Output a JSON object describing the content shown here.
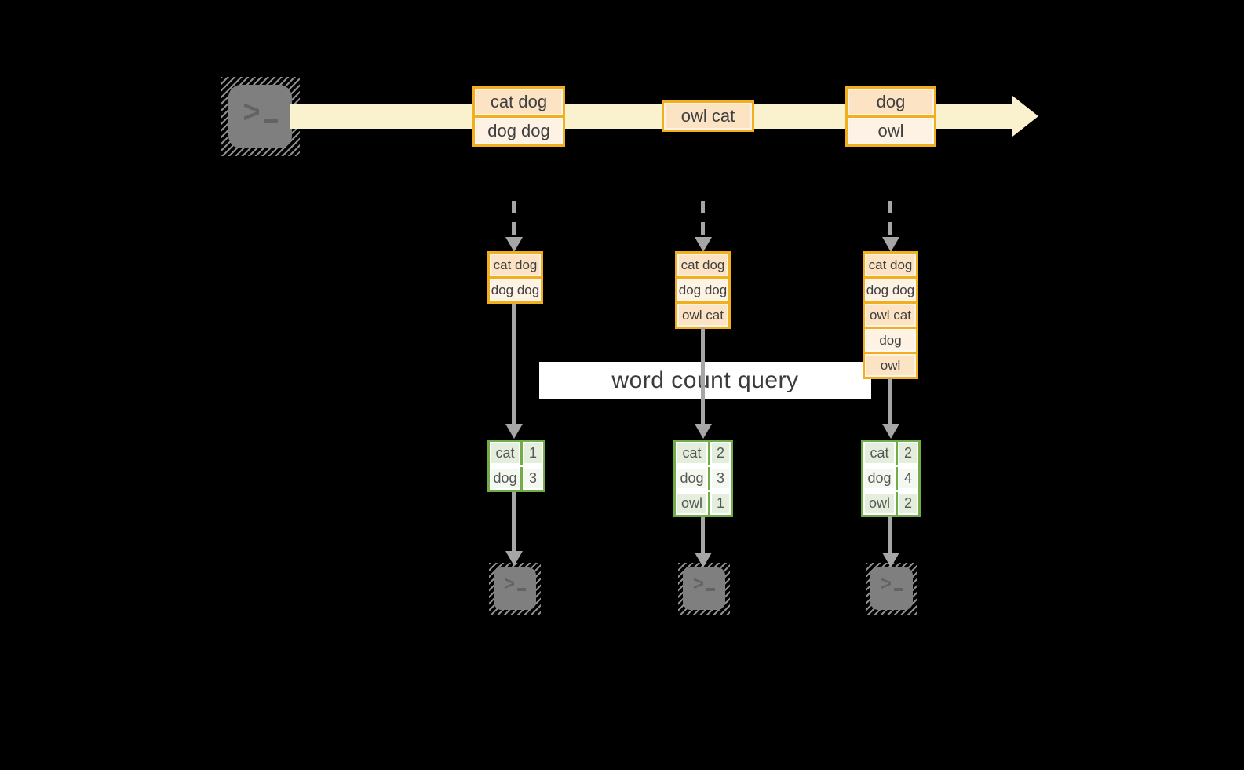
{
  "query": {
    "label": "word count query"
  },
  "stream": {
    "batches": [
      {
        "lines": [
          "cat dog",
          "dog dog"
        ]
      },
      {
        "lines": [
          "owl cat"
        ]
      },
      {
        "lines": [
          "dog",
          "owl"
        ]
      }
    ]
  },
  "states": [
    {
      "lines": [
        "cat dog",
        "dog dog"
      ]
    },
    {
      "lines": [
        "cat dog",
        "dog dog",
        "owl cat"
      ]
    },
    {
      "lines": [
        "cat dog",
        "dog dog",
        "owl cat",
        "dog",
        "owl"
      ]
    }
  ],
  "counts": [
    {
      "rows": [
        [
          "cat",
          "1"
        ],
        [
          "dog",
          "3"
        ]
      ]
    },
    {
      "rows": [
        [
          "cat",
          "2"
        ],
        [
          "dog",
          "3"
        ],
        [
          "owl",
          "1"
        ]
      ]
    },
    {
      "rows": [
        [
          "cat",
          "2"
        ],
        [
          "dog",
          "4"
        ],
        [
          "owl",
          "2"
        ]
      ]
    }
  ],
  "icons": {
    "source": "terminal-icon",
    "stream_arrow": "arrow-right-icon",
    "sinks": [
      "terminal-icon",
      "terminal-icon",
      "terminal-icon"
    ]
  },
  "colors": {
    "background": "#000000",
    "stream_band": "#FAF1CF",
    "orange_border": "#F2AF1D",
    "peach_fill": "#FBE3C4",
    "light_peach_fill": "#FDF2E4",
    "green_border": "#70AD47",
    "green_fill": "#E4EEDC",
    "light_green_fill": "#F3F8F0",
    "arrow_gray": "#A6A6A6",
    "terminal_gray": "#7F7F7F",
    "text_dark": "#404040"
  }
}
